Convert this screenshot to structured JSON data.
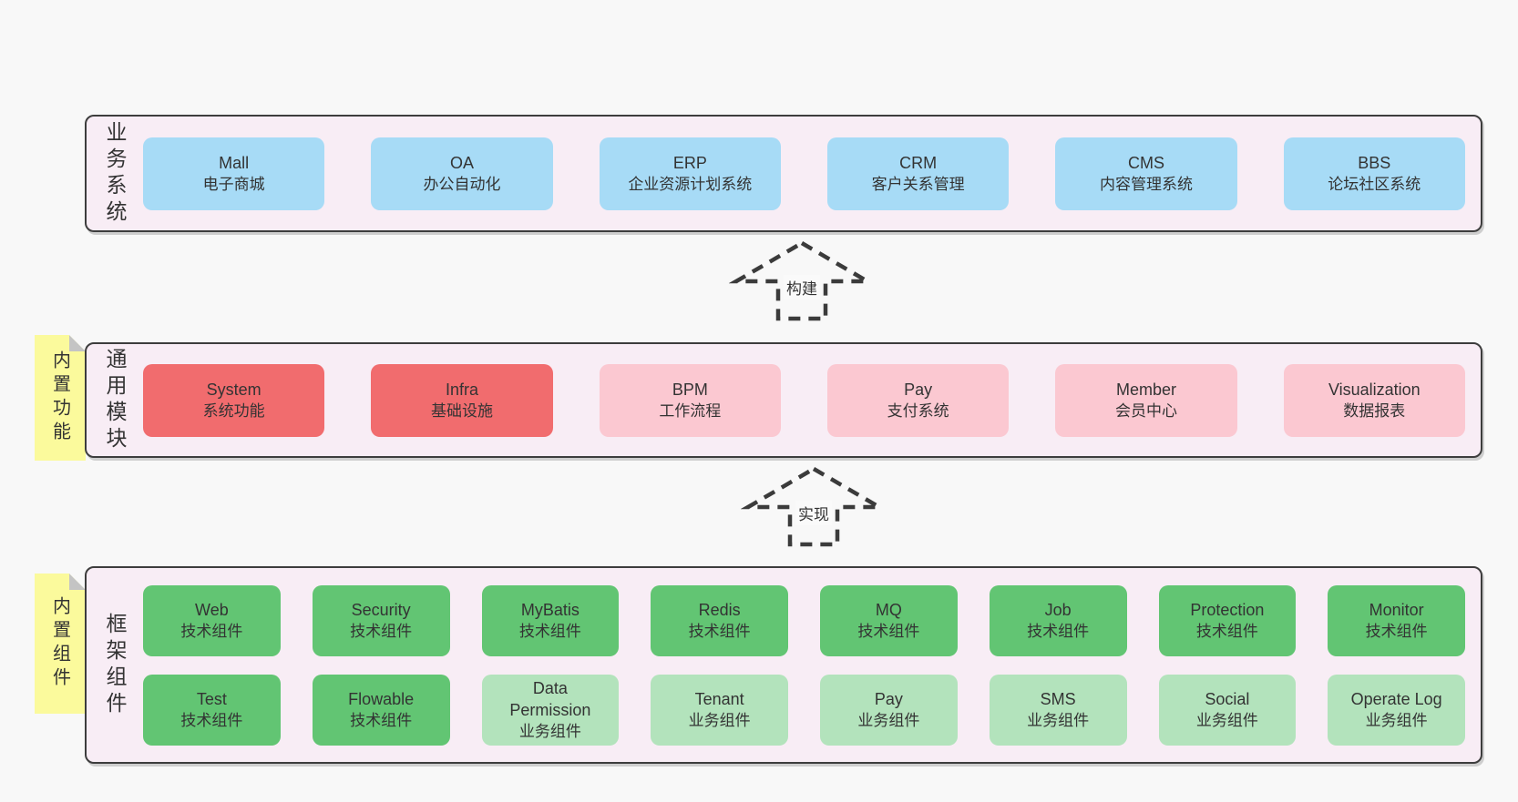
{
  "colors": {
    "page_bg": "#f8f8f8",
    "panel_bg": "#f8edf5",
    "panel_border": "#3d3d3d",
    "blue": "#a7dbf6",
    "red": "#f16c6e",
    "pink": "#fbc8d1",
    "green": "#62c573",
    "light_green": "#b3e3bc",
    "note_yellow": "#fbfa9c",
    "note_fold": "#c4c4c4",
    "text": "#333333",
    "arrow": "#3b3b3b"
  },
  "sections": [
    {
      "id": "business-systems",
      "label": "业务系统",
      "note": null,
      "rows": [
        [
          {
            "en": "Mall",
            "zh": "电子商城",
            "variant": "blue"
          },
          {
            "en": "OA",
            "zh": "办公自动化",
            "variant": "blue"
          },
          {
            "en": "ERP",
            "zh": "企业资源计划系统",
            "variant": "blue"
          },
          {
            "en": "CRM",
            "zh": "客户关系管理",
            "variant": "blue"
          },
          {
            "en": "CMS",
            "zh": "内容管理系统",
            "variant": "blue"
          },
          {
            "en": "BBS",
            "zh": "论坛社区系统",
            "variant": "blue"
          }
        ]
      ]
    },
    {
      "id": "common-modules",
      "label": "通用模块",
      "note": "内置功能",
      "rows": [
        [
          {
            "en": "System",
            "zh": "系统功能",
            "variant": "red"
          },
          {
            "en": "Infra",
            "zh": "基础设施",
            "variant": "red"
          },
          {
            "en": "BPM",
            "zh": "工作流程",
            "variant": "pink"
          },
          {
            "en": "Pay",
            "zh": "支付系统",
            "variant": "pink"
          },
          {
            "en": "Member",
            "zh": "会员中心",
            "variant": "pink"
          },
          {
            "en": "Visualization",
            "zh": "数据报表",
            "variant": "pink"
          }
        ]
      ]
    },
    {
      "id": "framework-components",
      "label": "框架组件",
      "note": "内置组件",
      "rows": [
        [
          {
            "en": "Web",
            "zh": "技术组件",
            "variant": "green"
          },
          {
            "en": "Security",
            "zh": "技术组件",
            "variant": "green"
          },
          {
            "en": "MyBatis",
            "zh": "技术组件",
            "variant": "green"
          },
          {
            "en": "Redis",
            "zh": "技术组件",
            "variant": "green"
          },
          {
            "en": "MQ",
            "zh": "技术组件",
            "variant": "green"
          },
          {
            "en": "Job",
            "zh": "技术组件",
            "variant": "green"
          },
          {
            "en": "Protection",
            "zh": "技术组件",
            "variant": "green"
          },
          {
            "en": "Monitor",
            "zh": "技术组件",
            "variant": "green"
          }
        ],
        [
          {
            "en": "Test",
            "zh": "技术组件",
            "variant": "green"
          },
          {
            "en": "Flowable",
            "zh": "技术组件",
            "variant": "green"
          },
          {
            "en": "Data Permission",
            "zh": "业务组件",
            "variant": "light_green"
          },
          {
            "en": "Tenant",
            "zh": "业务组件",
            "variant": "light_green"
          },
          {
            "en": "Pay",
            "zh": "业务组件",
            "variant": "light_green"
          },
          {
            "en": "SMS",
            "zh": "业务组件",
            "variant": "light_green"
          },
          {
            "en": "Social",
            "zh": "业务组件",
            "variant": "light_green"
          },
          {
            "en": "Operate Log",
            "zh": "业务组件",
            "variant": "light_green"
          }
        ]
      ]
    }
  ],
  "arrows": [
    {
      "label": "构建"
    },
    {
      "label": "实现"
    }
  ]
}
